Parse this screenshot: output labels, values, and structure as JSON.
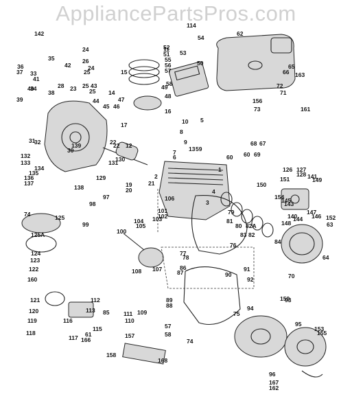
{
  "watermark": "AppliancePartsPros.com",
  "part_numbers": [
    "142",
    "24",
    "114",
    "54",
    "62",
    "65",
    "15",
    "60",
    "66",
    "163",
    "26",
    "25",
    "24",
    "35",
    "42",
    "36",
    "37",
    "41",
    "33",
    "34",
    "25",
    "39",
    "40",
    "38",
    "28",
    "23",
    "43",
    "25",
    "22",
    "50",
    "51",
    "11",
    "52",
    "53",
    "55",
    "56",
    "57",
    "49",
    "58",
    "48",
    "46",
    "44",
    "45",
    "14",
    "47",
    "1",
    "8",
    "10",
    "5",
    "13",
    "12",
    "9",
    "59",
    "16",
    "17",
    "7",
    "6",
    "2",
    "3",
    "4",
    "19",
    "20",
    "21",
    "22",
    "130",
    "129",
    "131",
    "132",
    "133",
    "134",
    "135",
    "136",
    "137",
    "138",
    "139",
    "30",
    "31",
    "32",
    "72",
    "73",
    "71",
    "161",
    "156",
    "67",
    "68",
    "69",
    "60",
    "126",
    "127",
    "128",
    "141",
    "149",
    "150",
    "151",
    "154",
    "143",
    "140",
    "144",
    "146",
    "147",
    "145",
    "148",
    "84",
    "83",
    "82",
    "82A",
    "80",
    "81",
    "79",
    "78",
    "77",
    "76",
    "75",
    "74",
    "125",
    "125A",
    "124",
    "123",
    "122",
    "160",
    "121",
    "120",
    "119",
    "118",
    "117",
    "116",
    "115",
    "113",
    "112",
    "111",
    "110",
    "109",
    "108",
    "107",
    "106",
    "105",
    "104",
    "103",
    "102",
    "101",
    "100",
    "99",
    "98",
    "97",
    "96",
    "95",
    "94",
    "93",
    "92",
    "91",
    "90",
    "89",
    "88",
    "87",
    "86",
    "85",
    "70",
    "63",
    "64",
    "152",
    "153",
    "155",
    "157",
    "158",
    "159",
    "166",
    "167",
    "162",
    "168",
    "61",
    "57",
    "58",
    "74"
  ]
}
